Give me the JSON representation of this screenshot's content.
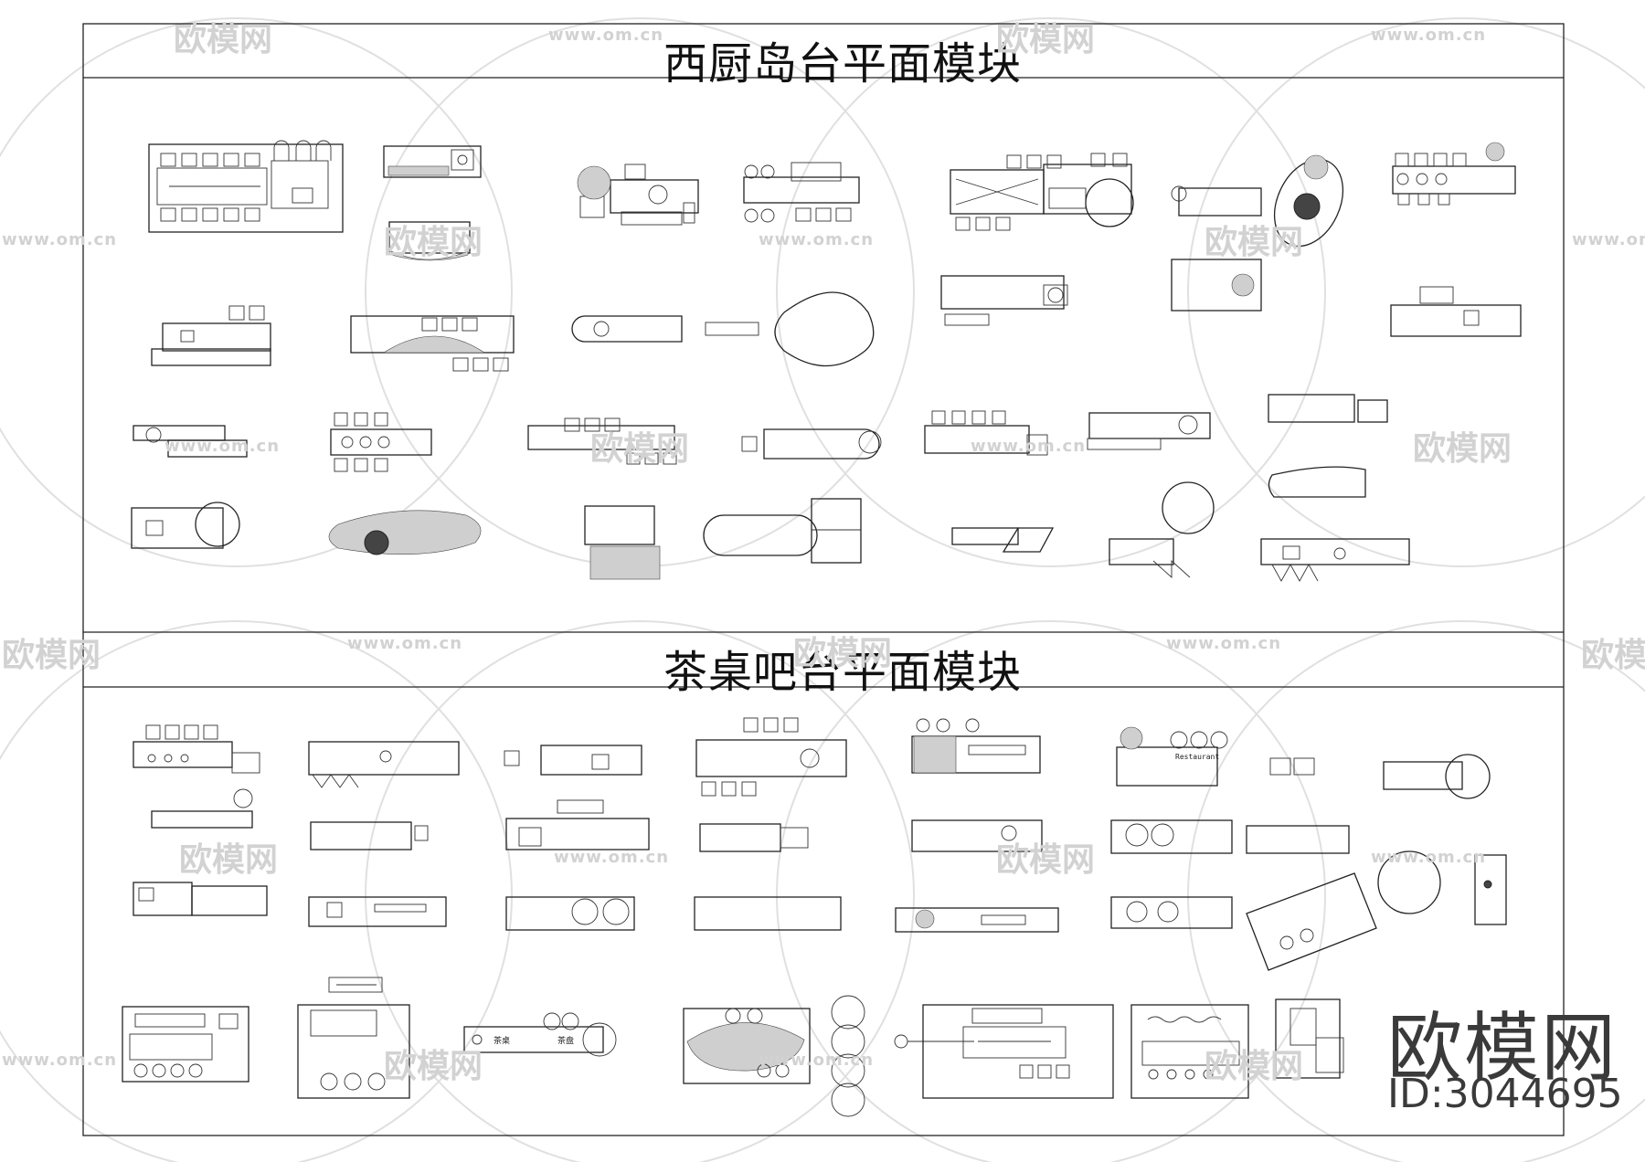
{
  "sections": [
    {
      "title": "西厨岛台平面模块"
    },
    {
      "title": "茶桌吧台平面模块"
    }
  ],
  "watermarks": {
    "brand_cn": "欧模网",
    "url": "www.om.cn"
  },
  "labels": {
    "restaurant": "Restaurant",
    "tea_a": "茶桌",
    "tea_b": "茶盘"
  },
  "brand": {
    "name": "欧模网",
    "id": "ID:3044695"
  }
}
